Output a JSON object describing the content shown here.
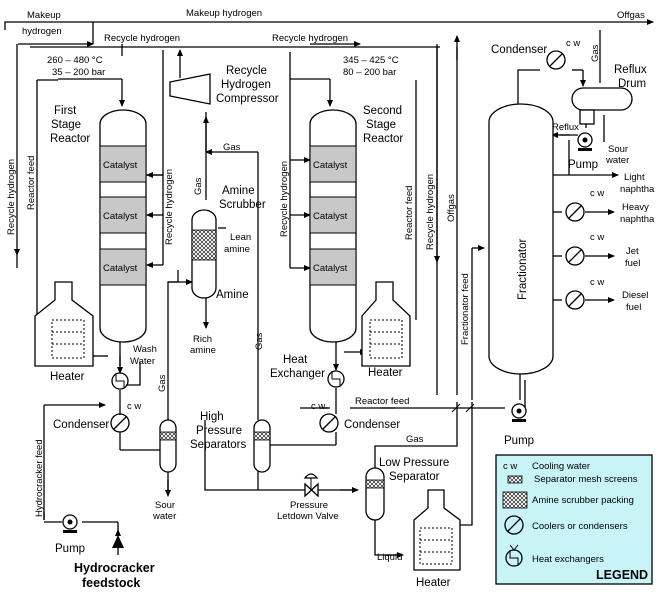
{
  "labels": {
    "makeup_hydrogen_left": "Makeup",
    "makeup_hydrogen_left2": "hydrogen",
    "makeup_hydrogen_top": "Makeup hydrogen",
    "recycle_hydrogen_1": "Recycle hydrogen",
    "recycle_hydrogen_2": "Recycle hydrogen",
    "offgas_top": "Offgas",
    "first_reactor_temp": "260 – 480 °C",
    "first_reactor_pressure": "35 – 200 bar",
    "second_reactor_temp": "345 – 425 °C",
    "second_reactor_pressure": "80 – 200 bar",
    "recycle_compressor_1": "Recycle",
    "recycle_compressor_2": "Hydrogen",
    "recycle_compressor_3": "Compressor",
    "first_stage_1": "First",
    "first_stage_2": "Stage",
    "first_stage_3": "Reactor",
    "second_stage_1": "Second",
    "second_stage_2": "Stage",
    "second_stage_3": "Reactor",
    "catalyst": "Catalyst",
    "gas": "Gas",
    "amine_scrubber_1": "Amine",
    "amine_scrubber_2": "Scrubber",
    "lean_amine_1": "Lean",
    "lean_amine_2": "amine",
    "amine": "Amine",
    "rich_amine_1": "Rich",
    "rich_amine_2": "amine",
    "recycle_hydrogen_v": "Recycle hydrogen",
    "reactor_feed": "Reactor feed",
    "offgas_v": "Offgas",
    "fractionator_feed": "Fractionator feed",
    "fractionator": "Fractionator",
    "condenser_top": "Condenser",
    "reflux_drum_1": "Reflux",
    "reflux_drum_2": "Drum",
    "reflux": "Reflux",
    "pump": "Pump",
    "sour_water_1": "Sour",
    "sour_water_2": "water",
    "light_naphtha_1": "Light",
    "light_naphtha_2": "naphtha",
    "heavy_naphtha_1": "Heavy",
    "heavy_naphtha_2": "naphtha",
    "jet_fuel_1": "Jet",
    "jet_fuel_2": "fuel",
    "diesel_fuel_1": "Diesel",
    "diesel_fuel_2": "fuel",
    "cw": "c w",
    "heater": "Heater",
    "wash_water_1": "Wash",
    "wash_water_2": "Water",
    "heat_exchanger_1": "Heat",
    "heat_exchanger_2": "Exchanger",
    "condenser": "Condenser",
    "high_pressure_1": "High",
    "high_pressure_2": "Pressure",
    "high_pressure_3": "Separators",
    "reactor_feed_h": "Reactor feed",
    "hydrocracker_feed": "Hydrocracker feed",
    "hydrocracker_feedstock_1": "Hydrocracker",
    "hydrocracker_feedstock_2": "feedstock",
    "letdown_1": "Pressure",
    "letdown_2": "Letdown Valve",
    "low_pressure_1": "Low Pressure",
    "low_pressure_2": "Separator",
    "liquid": "Liquid",
    "legend_cw": "Cooling water",
    "legend_mesh": "Separator mesh screens",
    "legend_amine": "Amine scrubber packing",
    "legend_coolers": "Coolers or condensers",
    "legend_hx": "Heat exchangers",
    "legend_title": "LEGEND"
  },
  "colors": {
    "legend_bg": "#c8f4f8",
    "catalyst": "#c8c8c8"
  }
}
